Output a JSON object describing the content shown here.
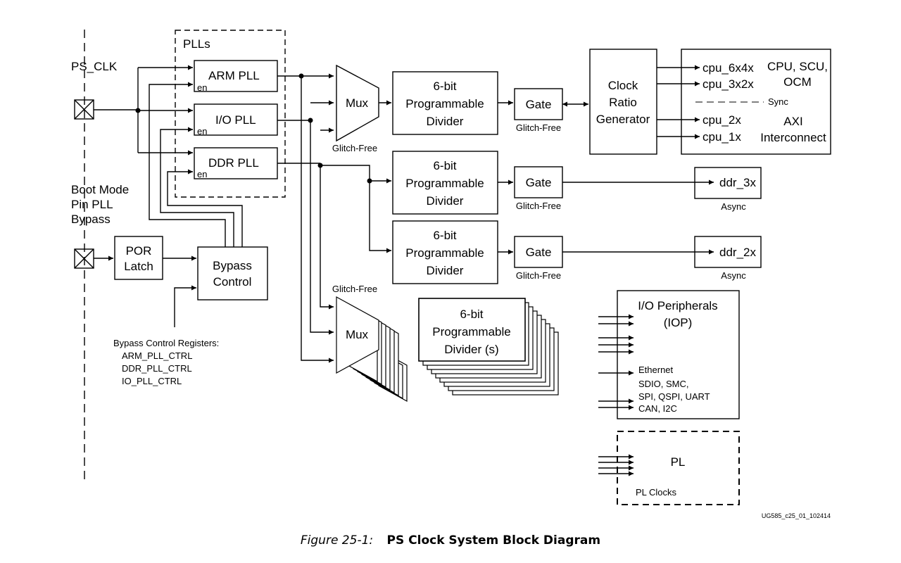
{
  "signals": {
    "ps_clk": "PS_CLK",
    "boot_mode": [
      "Boot Mode",
      "Pin PLL",
      "Bypass"
    ],
    "en": "en"
  },
  "plls": {
    "group_label": "PLLs",
    "arm": "ARM PLL",
    "io": "I/O PLL",
    "ddr": "DDR PLL"
  },
  "por_latch": [
    "POR",
    "Latch"
  ],
  "bypass_control": [
    "Bypass",
    "Control"
  ],
  "bypass_registers": {
    "heading": "Bypass Control Registers:",
    "items": [
      "ARM_PLL_CTRL",
      "DDR_PLL_CTRL",
      "IO_PLL_CTRL"
    ]
  },
  "mux": {
    "label": "Mux",
    "glitch_free": "Glitch-Free"
  },
  "divider": [
    "6-bit",
    "Programmable",
    "Divider"
  ],
  "divider_multi": [
    "6-bit",
    "Programmable",
    "Divider (s)"
  ],
  "gate": {
    "label": "Gate",
    "glitch_free": "Glitch-Free"
  },
  "clock_ratio": [
    "Clock",
    "Ratio",
    "Generator"
  ],
  "cpu_clocks": [
    "cpu_6x4x",
    "cpu_3x2x",
    "cpu_2x",
    "cpu_1x"
  ],
  "sync_label": "Sync",
  "cpu_targets": {
    "cpu": [
      "CPU, SCU,",
      "OCM"
    ],
    "axi": [
      "AXI",
      "Interconnect"
    ]
  },
  "ddr_clocks": [
    {
      "name": "ddr_3x",
      "note": "Async"
    },
    {
      "name": "ddr_2x",
      "note": "Async"
    }
  ],
  "iop": {
    "title": [
      "I/O Peripherals",
      "(IOP)"
    ],
    "items": [
      "Ethernet",
      "SDIO, SMC,",
      "SPI, QSPI, UART",
      "CAN, I2C"
    ]
  },
  "pl": {
    "title": "PL",
    "sub": "PL Clocks"
  },
  "figure_id": "UG585_c25_01_102414",
  "caption": {
    "number": "Figure 25-1:",
    "title": "PS Clock System Block Diagram"
  }
}
